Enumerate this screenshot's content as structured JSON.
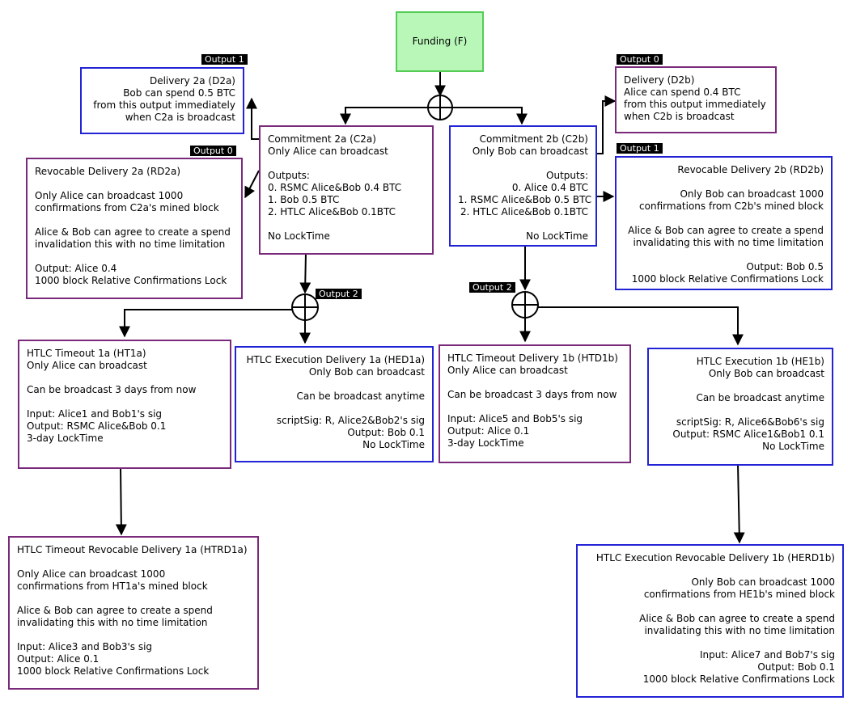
{
  "funding": {
    "title": "Funding (F)"
  },
  "tags": {
    "output1_d2a": "Output 1",
    "output0_rd2a": "Output 0",
    "output0_d2b": "Output 0",
    "output1_rd2b": "Output 1",
    "output2_c2a": "Output 2",
    "output2_c2b": "Output 2"
  },
  "boxes": {
    "d2a": [
      "Delivery 2a (D2a)",
      "Bob can spend 0.5 BTC",
      "from this output immediately",
      "when C2a is broadcast"
    ],
    "d2b": [
      "Delivery (D2b)",
      "Alice can spend 0.4 BTC",
      "from this output immediately",
      "when C2b is broadcast"
    ],
    "c2a": [
      "Commitment 2a (C2a)",
      "Only Alice can broadcast",
      "",
      "Outputs:",
      "0. RSMC Alice&Bob 0.4 BTC",
      "1. Bob 0.5 BTC",
      "2. HTLC Alice&Bob 0.1BTC",
      "",
      "No LockTime"
    ],
    "c2b": [
      "Commitment 2b (C2b)",
      "Only Bob can broadcast",
      "",
      "Outputs:",
      "0. Alice 0.4 BTC",
      "1. RSMC Alice&Bob 0.5 BTC",
      "2. HTLC Alice&Bob 0.1BTC",
      "",
      "No LockTime"
    ],
    "rd2a": [
      "Revocable Delivery 2a (RD2a)",
      "",
      "Only Alice can broadcast 1000",
      "confirmations from C2a's mined block",
      "",
      "Alice & Bob can agree to create a spend",
      "invalidation this with no time limitation",
      "",
      "Output: Alice 0.4",
      "1000 block Relative Confirmations Lock"
    ],
    "rd2b": [
      "Revocable Delivery 2b (RD2b)",
      "",
      "Only Bob can broadcast 1000",
      "confirmations from C2b's mined block",
      "",
      "Alice & Bob can agree to create a spend",
      "invalidating this with no time limitation",
      "",
      "Output: Bob 0.5",
      "1000 block Relative Confirmations Lock"
    ],
    "ht1a": [
      "HTLC Timeout 1a (HT1a)",
      "Only Alice can broadcast",
      "",
      "Can be broadcast 3 days from now",
      "",
      "Input: Alice1 and Bob1's sig",
      "Output: RSMC Alice&Bob 0.1",
      "3-day LockTime"
    ],
    "hed1a": [
      "HTLC Execution Delivery 1a (HED1a)",
      "Only Bob can broadcast",
      "",
      "Can be broadcast anytime",
      "",
      "scriptSig: R, Alice2&Bob2's sig",
      "Output: Bob 0.1",
      "No LockTime"
    ],
    "htd1b": [
      "HTLC Timeout Delivery 1b (HTD1b)",
      "Only Alice can broadcast",
      "",
      "Can be broadcast 3 days from now",
      "",
      "Input: Alice5 and Bob5's sig",
      "Output: Alice 0.1",
      "3-day LockTime"
    ],
    "he1b": [
      "HTLC Execution 1b (HE1b)",
      "Only Bob can broadcast",
      "",
      "Can be broadcast anytime",
      "",
      "scriptSig: R, Alice6&Bob6's sig",
      "Output: RSMC Alice1&Bob1 0.1",
      "No LockTime"
    ],
    "htrd1a": [
      "HTLC Timeout Revocable Delivery 1a (HTRD1a)",
      "",
      "Only Alice can broadcast 1000",
      "confirmations from HT1a's mined block",
      "",
      "Alice & Bob can agree to create a spend",
      "invalidating this with no time limitation",
      "",
      "Input: Alice3 and Bob3's sig",
      "Output: Alice 0.1",
      "1000 block Relative Confirmations Lock"
    ],
    "herd1b": [
      "HTLC Execution Revocable Delivery 1b (HERD1b)",
      "",
      "Only Bob can broadcast 1000",
      "confirmations from HE1b's mined block",
      "",
      "Alice & Bob can agree to create a spend",
      "invalidating this with no time limitation",
      "",
      "Input: Alice7 and Bob7's sig",
      "Output: Bob 0.1",
      "1000 block Relative Confirmations Lock"
    ]
  },
  "colors": {
    "purple_border": "#7a2a7a",
    "blue_border": "#2323d6",
    "green_border": "#55cc55",
    "green_fill": "#b8f7b8",
    "tag_background": "#000000"
  }
}
